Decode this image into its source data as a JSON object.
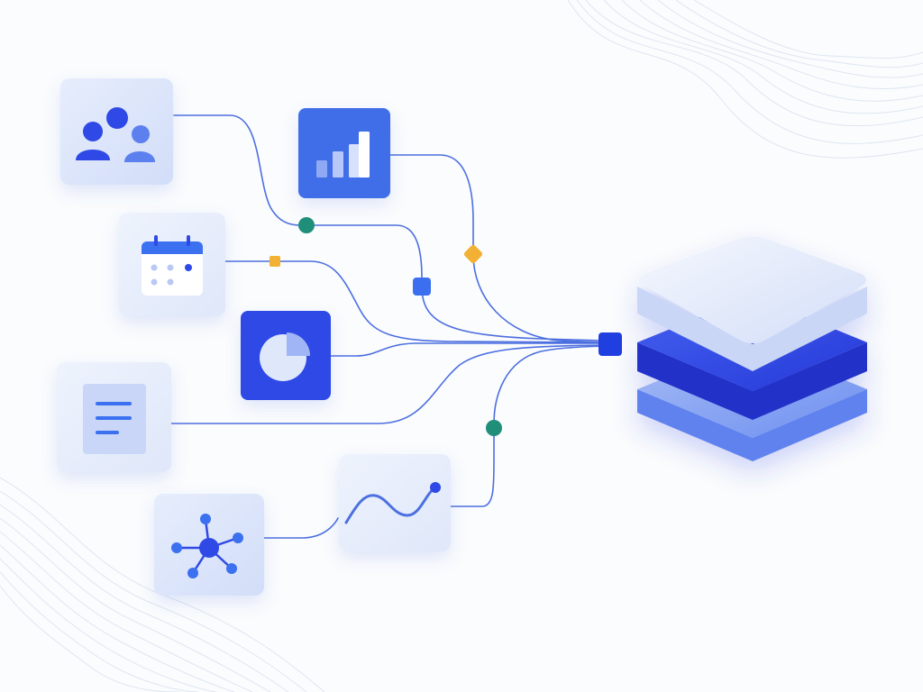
{
  "colors": {
    "background": "#fbfcfd",
    "card_light": "#dce6fb",
    "card_lighter": "#e9effb",
    "card_blue": "#3f6ee8",
    "card_deep": "#2f49e6",
    "connector": "#4c6fe0",
    "node_teal": "#1f8f7a",
    "node_gold": "#f2b134",
    "node_blue": "#3b6ff0",
    "hub_blue": "#1f3fe0",
    "stack_top": "#e6edfb",
    "stack_middle": "#2f49e6",
    "stack_bottom": "#7fa0f2"
  },
  "sources": [
    {
      "name": "users-card",
      "icon": "users-icon",
      "style": "light"
    },
    {
      "name": "bar-chart-card",
      "icon": "bar-chart-icon",
      "style": "blue"
    },
    {
      "name": "calendar-card",
      "icon": "calendar-icon",
      "style": "lighter"
    },
    {
      "name": "pie-chart-card",
      "icon": "pie-chart-icon",
      "style": "deep"
    },
    {
      "name": "document-card",
      "icon": "document-icon",
      "style": "lighter"
    },
    {
      "name": "line-chart-card",
      "icon": "line-chart-icon",
      "style": "lighter"
    },
    {
      "name": "network-card",
      "icon": "network-icon",
      "style": "light"
    }
  ],
  "junction_nodes": [
    {
      "name": "teal-circle-node-1",
      "shape": "circle",
      "color": "teal"
    },
    {
      "name": "gold-square-node",
      "shape": "square",
      "color": "gold"
    },
    {
      "name": "blue-square-node",
      "shape": "square",
      "color": "blue"
    },
    {
      "name": "gold-diamond-node",
      "shape": "diamond",
      "color": "gold"
    },
    {
      "name": "teal-circle-node-2",
      "shape": "circle",
      "color": "teal"
    }
  ],
  "hub": {
    "name": "hub-square",
    "shape": "square"
  },
  "destination": {
    "name": "database-stack",
    "icon": "layered-stack-icon",
    "layers": 3
  }
}
